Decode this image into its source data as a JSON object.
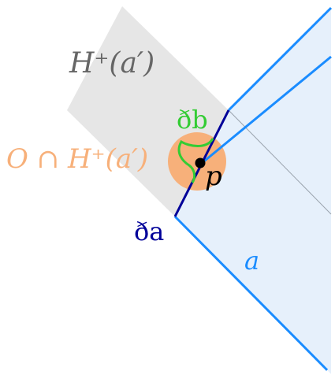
{
  "labels": {
    "half_space": "H⁺(a′)",
    "intersection": "O ∩ H⁺(a′)",
    "boundary_b": "ðb",
    "point_p": "p",
    "boundary_a": "ða",
    "region_a": "a"
  },
  "colors": {
    "half_space_fill": "#e6e6e6",
    "half_space_text": "#666666",
    "region_fill": "#e6f0fb",
    "region_edge": "#1a8cff",
    "boundary_a": "#000099",
    "boundary_b": "#33cc33",
    "intersection": "#f7b07a",
    "point": "#000000",
    "thin_line": "#9aa3ad"
  }
}
